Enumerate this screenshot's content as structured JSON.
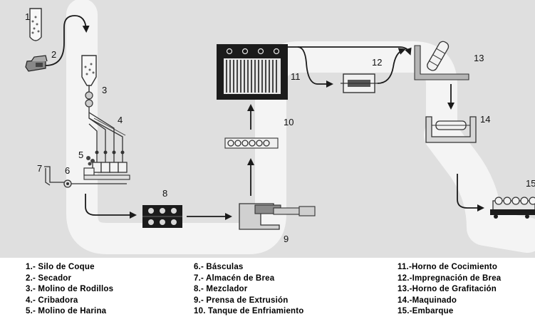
{
  "diagram": {
    "labels": {
      "n1": "1",
      "n2": "2",
      "n3": "3",
      "n4": "4",
      "n5": "5",
      "n6": "6",
      "n7": "7",
      "n8": "8",
      "n9": "9",
      "n10": "10",
      "n11": "11",
      "n12": "12",
      "n13": "13",
      "n14": "14",
      "n15": "15"
    }
  },
  "legend": {
    "col1": [
      "1.- Silo de Coque",
      "2.- Secador",
      "3.- Molino de Rodillos",
      "4.- Cribadora",
      "5.- Molino de Harina"
    ],
    "col2": [
      "6.- Básculas",
      "7.- Almacén de Brea",
      "8.- Mezclador",
      "9.- Prensa de Extrusión",
      "10. Tanque de Enfriamiento"
    ],
    "col3": [
      "11.-Horno de Cocimiento",
      "12.-Impregnación de Brea",
      "13.-Horno de Grafitación",
      "14.-Maquinado",
      "15.-Embarque"
    ]
  }
}
